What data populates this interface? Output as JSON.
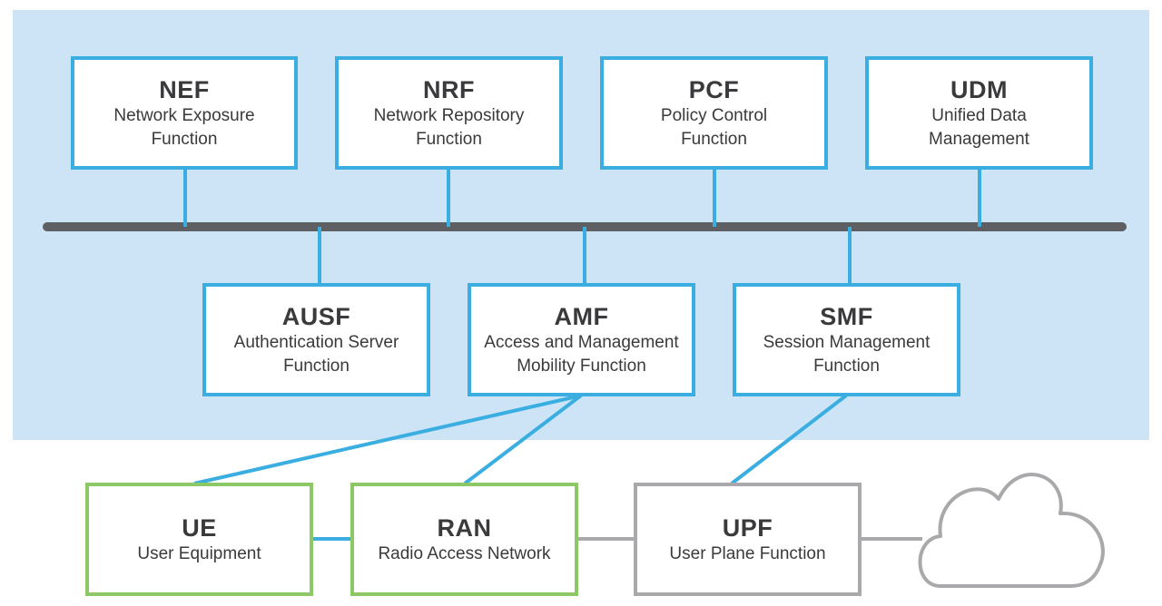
{
  "colors": {
    "core_background": "#cce4f6",
    "nf_border": "#3aaee0",
    "ue_ran_border": "#8cc865",
    "upf_border": "#a9a9ab",
    "bus": "#5d5f63",
    "text": "#3a3a3c"
  },
  "functions": {
    "nef": {
      "abbr": "NEF",
      "line1": "Network Exposure",
      "line2": "Function"
    },
    "nrf": {
      "abbr": "NRF",
      "line1": "Network Repository",
      "line2": "Function"
    },
    "pcf": {
      "abbr": "PCF",
      "line1": "Policy Control",
      "line2": "Function"
    },
    "udm": {
      "abbr": "UDM",
      "line1": "Unified Data",
      "line2": "Management"
    },
    "ausf": {
      "abbr": "AUSF",
      "line1": "Authentication Server",
      "line2": "Function"
    },
    "amf": {
      "abbr": "AMF",
      "line1": "Access and Management",
      "line2": "Mobility Function"
    },
    "smf": {
      "abbr": "SMF",
      "line1": "Session Management",
      "line2": "Function"
    },
    "ue": {
      "abbr": "UE",
      "line1": "User Equipment"
    },
    "ran": {
      "abbr": "RAN",
      "line1": "Radio Access Network"
    },
    "upf": {
      "abbr": "UPF",
      "line1": "User Plane Function"
    }
  },
  "icons": {
    "data_network": "cloud-icon"
  }
}
